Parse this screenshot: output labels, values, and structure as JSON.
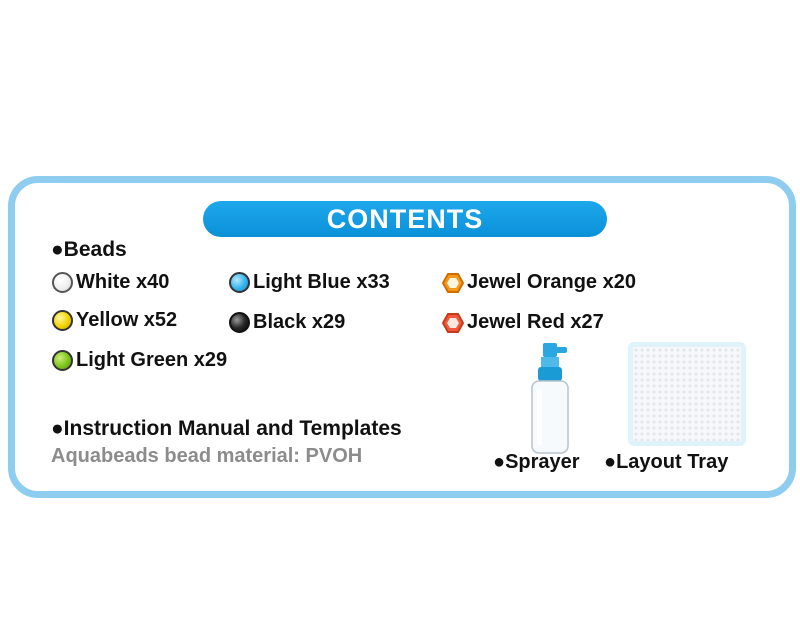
{
  "heading": "CONTENTS",
  "beads_label": "●Beads",
  "beads": [
    {
      "label": "White x40",
      "icon": "white-bead-icon",
      "color": "#f2f2f2"
    },
    {
      "label": "Yellow x52",
      "icon": "yellow-bead-icon",
      "color": "#f3d400"
    },
    {
      "label": "Light Green x29",
      "icon": "light-green-bead-icon",
      "color": "#7fc31d"
    },
    {
      "label": "Light Blue x33",
      "icon": "light-blue-bead-icon",
      "color": "#35b3ec"
    },
    {
      "label": "Black x29",
      "icon": "black-bead-icon",
      "color": "#2a2a2a"
    },
    {
      "label": "Jewel Orange x20",
      "icon": "jewel-orange-bead-icon",
      "color": "#f39a1e"
    },
    {
      "label": "Jewel Red x27",
      "icon": "jewel-red-bead-icon",
      "color": "#ef5a3b"
    }
  ],
  "manual_label": "●Instruction Manual and Templates",
  "material_note": "Aquabeads bead material: PVOH",
  "sprayer_label": "●Sprayer",
  "tray_label": "●Layout Tray",
  "colors": {
    "border": "#8ecdf0",
    "banner": "#1ea8ec",
    "note": "#8c8c8c"
  }
}
